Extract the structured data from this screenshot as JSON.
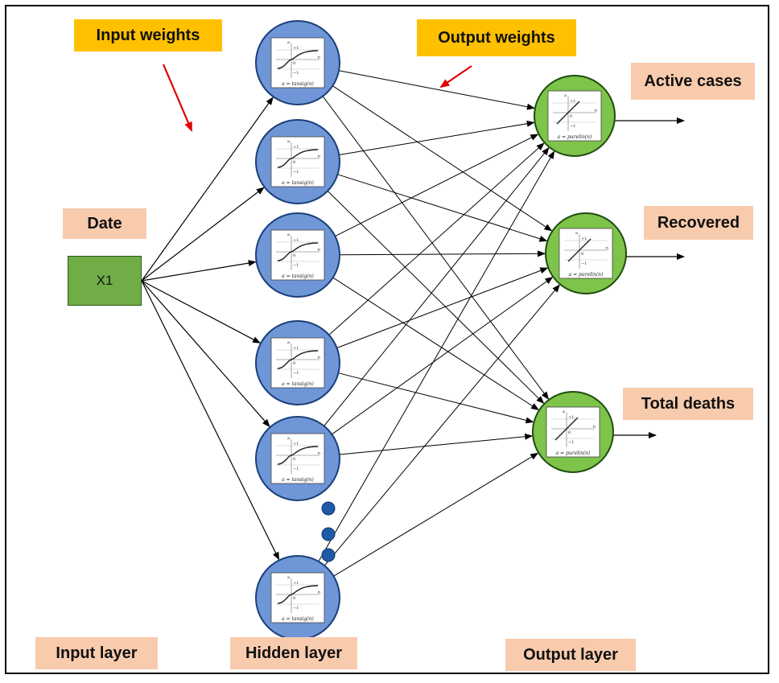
{
  "labels": {
    "input_weights": "Input weights",
    "output_weights": "Output weights",
    "date": "Date",
    "input_node": "X1",
    "input_layer": "Input layer",
    "hidden_layer": "Hidden layer",
    "output_layer": "Output layer",
    "outputs": [
      "Active cases",
      "Recovered",
      "Total deaths"
    ]
  },
  "hidden_neuron": {
    "function_label": "a = tansig(n)",
    "axis_a": "a",
    "axis_n": "n",
    "tick_plus": "+1",
    "tick_zero": "0",
    "tick_minus": "−1"
  },
  "output_neuron": {
    "function_label": "a = purelin(n)",
    "axis_a": "a",
    "axis_n": "n",
    "tick_plus": "+1",
    "tick_zero": "0",
    "tick_minus": "−1"
  },
  "colors": {
    "hidden_fill": "#6f96d6",
    "output_fill": "#7ec34a",
    "input_fill": "#70ad47",
    "arrow_red": "#e00000",
    "peach": "#f8cbad",
    "gold": "#ffc000",
    "ellipsis_dot": "#1f5aa6"
  }
}
